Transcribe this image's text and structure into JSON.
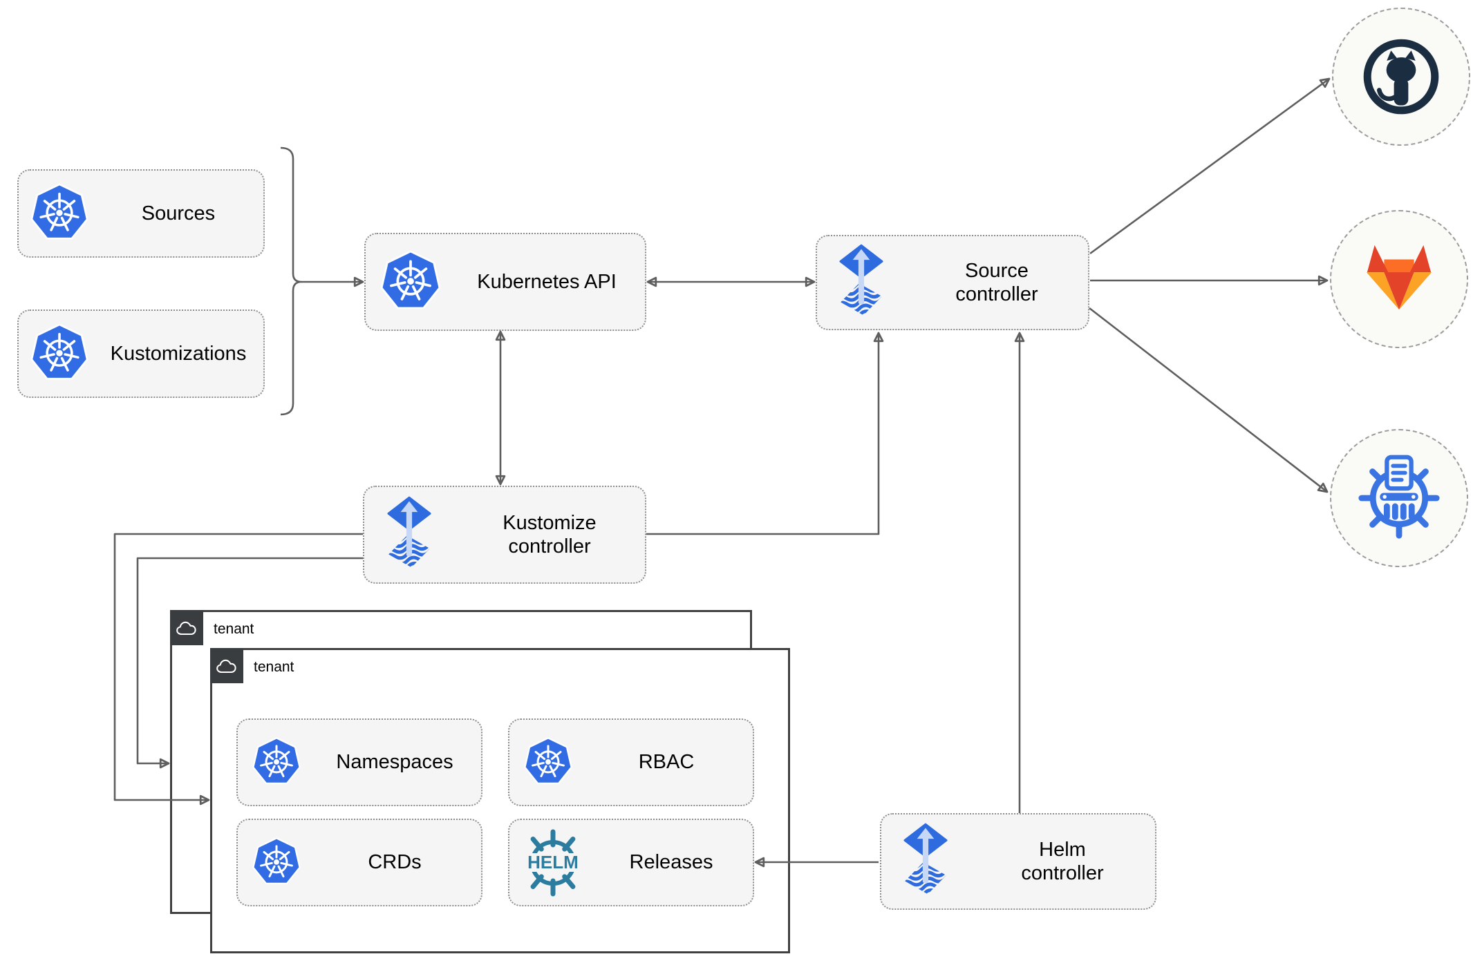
{
  "diagram": {
    "title_hint": "Flux GitOps architecture",
    "group": {
      "items": [
        {
          "label": "Sources",
          "icon": "kubernetes"
        },
        {
          "label": "Kustomizations",
          "icon": "kubernetes"
        }
      ]
    },
    "nodes": {
      "kubernetes_api": {
        "label": "Kubernetes API",
        "icon": "kubernetes"
      },
      "source_controller": {
        "label": "Source controller",
        "icon": "flux"
      },
      "kustomize_controller": {
        "label": "Kustomize controller",
        "icon": "flux"
      },
      "helm_controller": {
        "label": "Helm controller",
        "icon": "flux"
      }
    },
    "tenants": [
      {
        "label": "tenant",
        "icon": "cloud"
      },
      {
        "label": "tenant",
        "icon": "cloud"
      }
    ],
    "tenant_resources": [
      {
        "label": "Namespaces",
        "icon": "kubernetes"
      },
      {
        "label": "RBAC",
        "icon": "kubernetes"
      },
      {
        "label": "CRDs",
        "icon": "kubernetes"
      },
      {
        "label": "Releases",
        "icon": "helm"
      }
    ],
    "helm_logo": {
      "text": "HELM"
    },
    "remotes": [
      {
        "icon": "github"
      },
      {
        "icon": "gitlab"
      },
      {
        "icon": "helm-repository"
      }
    ],
    "colors": {
      "kubernetes_blue": "#326CE5",
      "flux_blue": "#2E6BDF",
      "flux_arrow_light": "#C7D7F6",
      "helm_teal": "#2B7C9E",
      "github_dark": "#1B2D40",
      "gitlab_red": "#E24329",
      "gitlab_orange": "#FC6D26",
      "gitlab_amber": "#FCA326",
      "connector_gray": "#5E5E5E",
      "node_fill": "#F5F5F5",
      "tenant_tab": "#393D3F"
    }
  }
}
